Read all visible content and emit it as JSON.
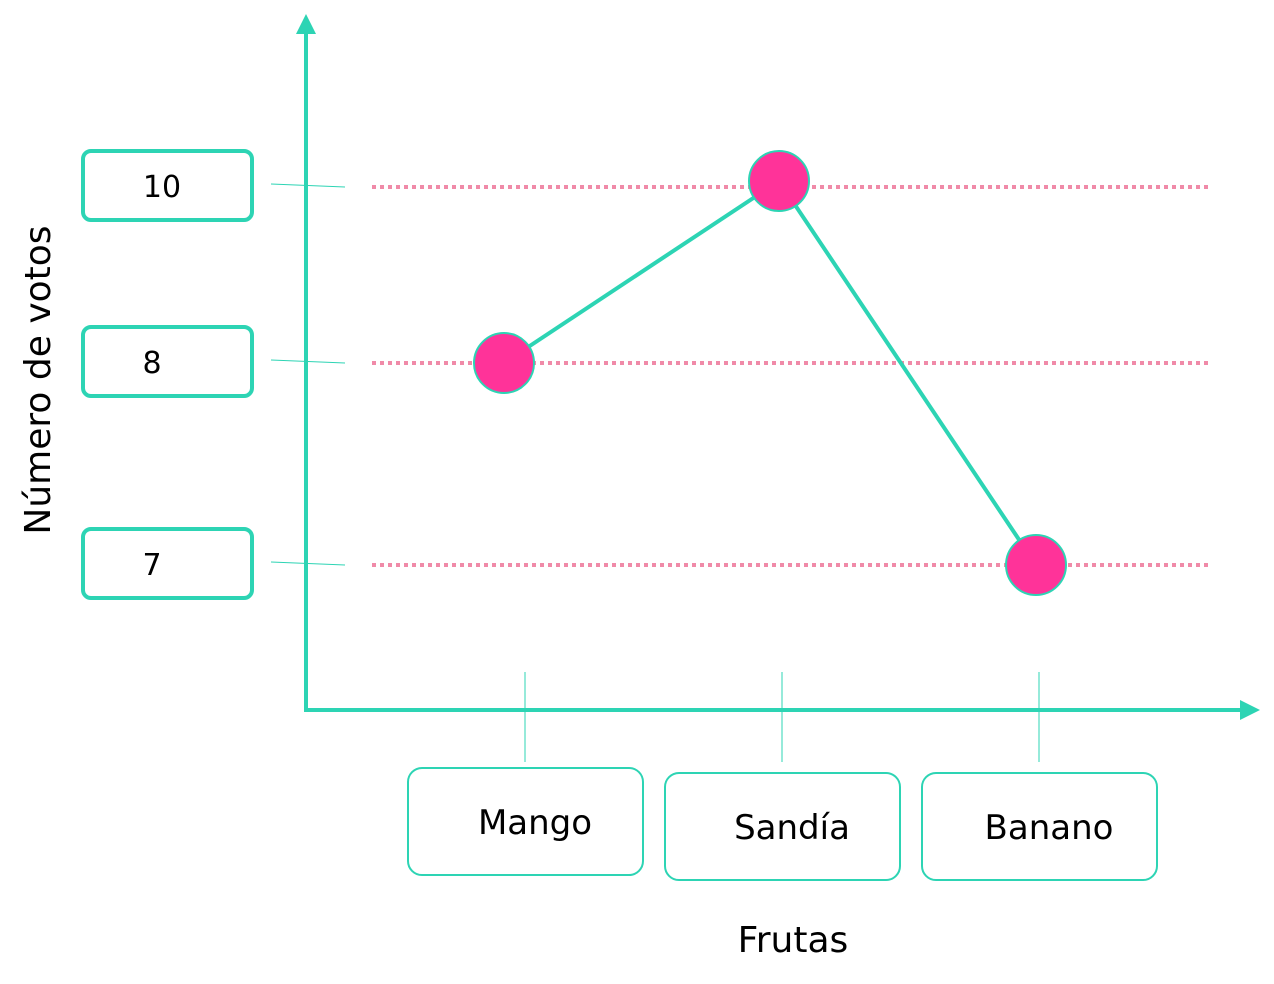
{
  "chart_data": {
    "type": "line",
    "categories": [
      "Mango",
      "Sandía",
      "Banano"
    ],
    "values": [
      8,
      10,
      7
    ],
    "y_tick_labels": [
      "10",
      "8",
      "7"
    ],
    "y_ticks": [
      10,
      8,
      7
    ],
    "title": "",
    "xlabel": "Frutas",
    "ylabel": "Número de votos",
    "grid": "dotted horizontal lines at tick values",
    "legend": "none"
  },
  "colors": {
    "axis": "#2dd4b4",
    "line": "#2dd4b4",
    "marker": "#ff3399",
    "grid": "#f08aa8",
    "box_border": "#2dd4b4"
  }
}
